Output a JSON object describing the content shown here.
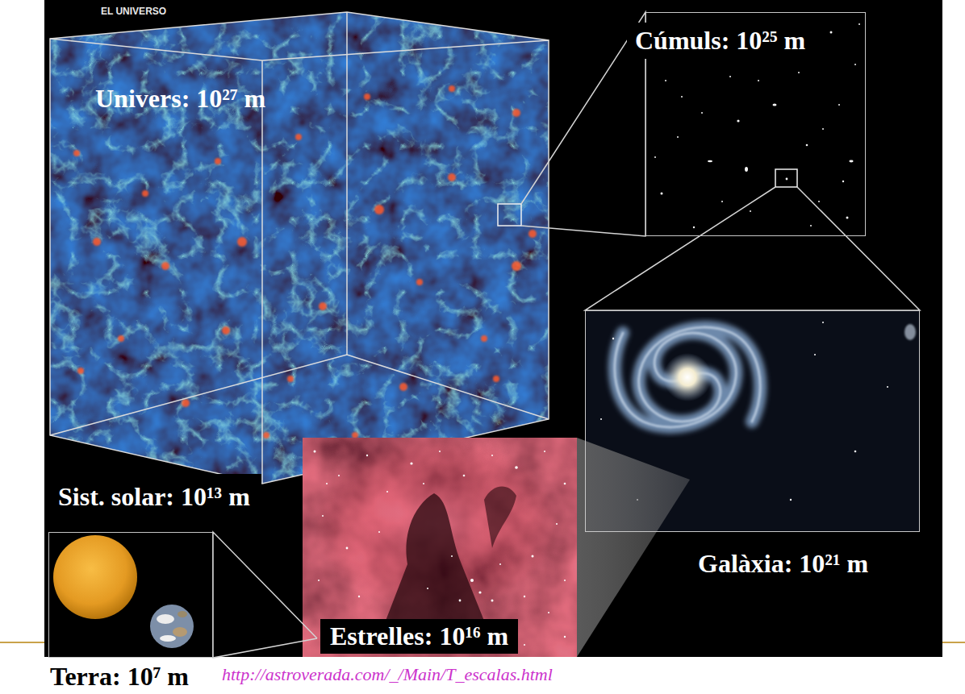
{
  "diagram": {
    "nodes": [
      {
        "text": [
          "EL UNIVERSO",
          "Univers: 10²⁷ m"
        ]
      },
      {
        "text": [
          "Cúmuls: 10²⁵ m"
        ]
      },
      {
        "text": [
          "Galàxia: 10²¹ m"
        ]
      },
      {
        "text": [
          "Estrelles: 10¹⁶ m"
        ]
      },
      {
        "text": [
          "Sist. solar: 10¹³ m",
          "Terra: 10⁷ m"
        ]
      }
    ],
    "edges": [
      {
        "from": 0,
        "to": 1,
        "arrow": "none"
      },
      {
        "from": 1,
        "to": 2,
        "arrow": "none"
      },
      {
        "from": 2,
        "to": 3,
        "arrow": "none"
      },
      {
        "from": 3,
        "to": 4,
        "arrow": "none"
      }
    ],
    "labels": [
      "http://astroverada.com/_/Main/T_escalas.html"
    ]
  }
}
